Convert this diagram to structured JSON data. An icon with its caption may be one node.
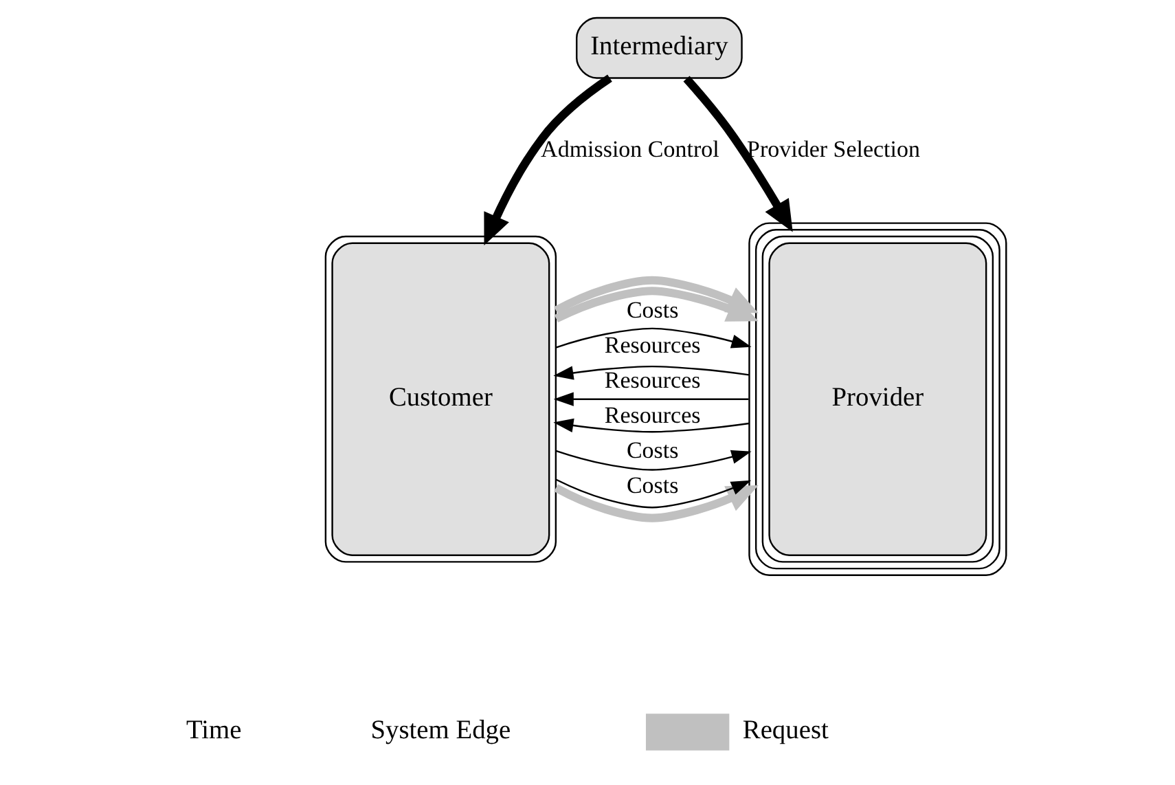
{
  "diagram": {
    "nodes": [
      {
        "text": [
          "Intermediary"
        ]
      },
      {
        "text": [
          "Customer"
        ]
      },
      {
        "text": [
          "Provider"
        ]
      }
    ],
    "edges": [
      {
        "from": 0,
        "to": 1,
        "arrow": "to",
        "label": "Admission Control",
        "style": "thick"
      },
      {
        "from": 0,
        "to": 2,
        "arrow": "to",
        "label": "Provider Selection",
        "style": "thick"
      },
      {
        "from": 1,
        "to": 2,
        "arrow": "to",
        "style": "thick",
        "color": "#c0c0c0"
      },
      {
        "from": 1,
        "to": 2,
        "arrow": "to",
        "label": "Costs"
      },
      {
        "from": 2,
        "to": 1,
        "arrow": "to",
        "label": "Resources"
      },
      {
        "from": 1,
        "to": 2,
        "arrow": "to",
        "style": "thick",
        "color": "#c0c0c0"
      },
      {
        "from": 1,
        "to": 2,
        "arrow": "to",
        "label": "Costs"
      },
      {
        "from": 2,
        "to": 1,
        "arrow": "to",
        "label": "Resources"
      },
      {
        "from": 1,
        "to": 2,
        "arrow": "to",
        "style": "thick",
        "color": "#c0c0c0"
      },
      {
        "from": 1,
        "to": 2,
        "arrow": "to",
        "label": "Costs"
      },
      {
        "from": 2,
        "to": 1,
        "arrow": "to",
        "label": "Resources"
      }
    ],
    "labels": [
      "Time",
      "System Edge"
    ],
    "legend": [
      {
        "text": "Request",
        "color": "#c0c0c0"
      }
    ]
  }
}
